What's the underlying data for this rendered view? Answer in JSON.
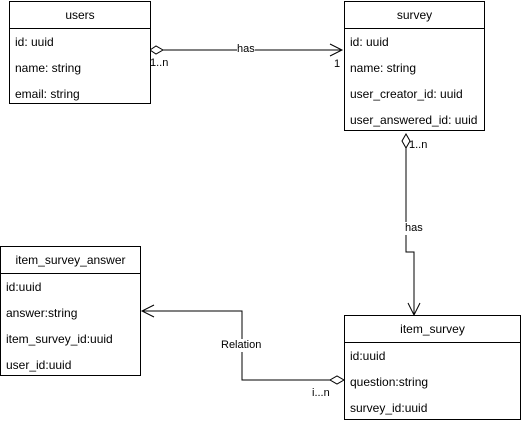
{
  "entities": {
    "users": {
      "title": "users",
      "fields": [
        "id: uuid",
        "name: string",
        "email: string"
      ]
    },
    "survey": {
      "title": "survey",
      "fields": [
        "id: uuid",
        "name: string",
        "user_creator_id: uuid",
        "user_answered_id: uuid"
      ]
    },
    "item_survey_answer": {
      "title": "item_survey_answer",
      "fields": [
        "id:uuid",
        "answer:string",
        "item_survey_id:uuid",
        "user_id:uuid"
      ]
    },
    "item_survey": {
      "title": "item_survey",
      "fields": [
        "id:uuid",
        "question:string",
        "survey_id:uuid"
      ]
    }
  },
  "relations": {
    "users_survey": {
      "label": "has",
      "source_card": "1..n",
      "target_card": "1"
    },
    "survey_item": {
      "label": "has",
      "source_card": "1..n"
    },
    "item_answer": {
      "label": "Relation",
      "source_card": "i...n"
    }
  }
}
